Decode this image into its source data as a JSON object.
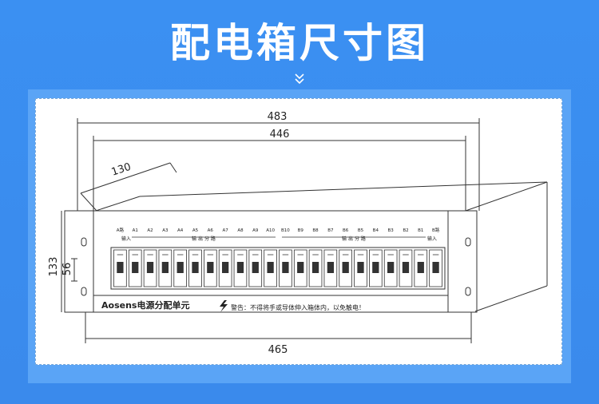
{
  "title": "配电箱尺寸图",
  "icon": "double-chevron-down-icon",
  "dimensions": {
    "overall_width": "483",
    "inner_width": "446",
    "depth": "130",
    "height": "133",
    "inner_height": "56",
    "bottom_width": "465"
  },
  "labels_row1": [
    "A路",
    "A1",
    "A2",
    "A3",
    "A4",
    "A5",
    "A6",
    "A7",
    "A8",
    "A9",
    "A10",
    "B10",
    "B9",
    "B8",
    "B7",
    "B6",
    "B5",
    "B4",
    "B3",
    "B2",
    "B1",
    "B路"
  ],
  "labels_row2": {
    "left_input": "输入",
    "left_output": "输 出 分 路",
    "right_output": "输 出 分 路",
    "right_input": "输入"
  },
  "brand": "Aosens电源分配单元",
  "warning": "警告：不得将手或导体伸入箱体内，以免触电！",
  "breaker_count": 22
}
